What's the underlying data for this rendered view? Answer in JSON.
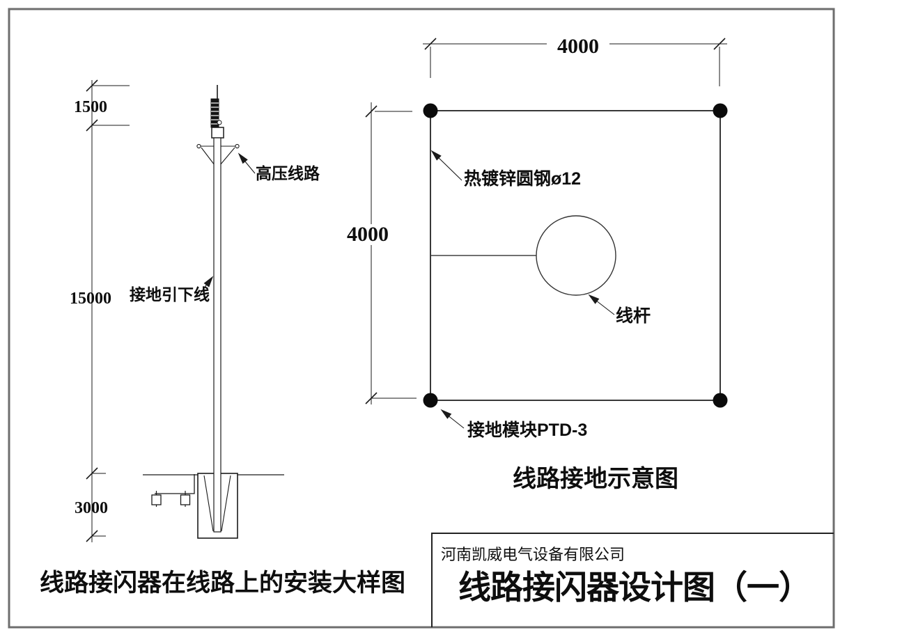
{
  "colors": {
    "frame": "#6e6e6e",
    "line": "#1a1a1a",
    "dot_fill": "#0b0b0b"
  },
  "detail_view": {
    "dim_top": "1500",
    "dim_middle": "15000",
    "dim_bottom": "3000",
    "label_high_voltage": "高压线路",
    "label_ground_lead": "接地引下线",
    "caption": "线路接闪器在线路上的安装大样图"
  },
  "plan_view": {
    "dim_width": "4000",
    "dim_height": "4000",
    "label_round_steel": "热镀锌圆钢ø12",
    "label_pole": "线杆",
    "label_ground_module": "接地模块PTD-3",
    "caption": "线路接地示意图"
  },
  "title_block": {
    "company": "河南凯威电气设备有限公司",
    "drawing_title": "线路接闪器设计图（一）"
  }
}
